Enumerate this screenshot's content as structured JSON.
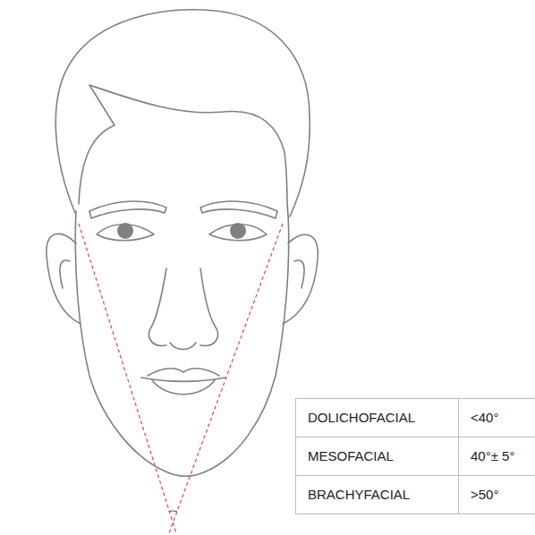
{
  "diagram": {
    "labels": [
      "DOLICHOFACIAL",
      "<40°",
      "MESOFACIAL",
      "40°± 5°",
      "BRACHYFACIAL",
      ">50°"
    ]
  }
}
